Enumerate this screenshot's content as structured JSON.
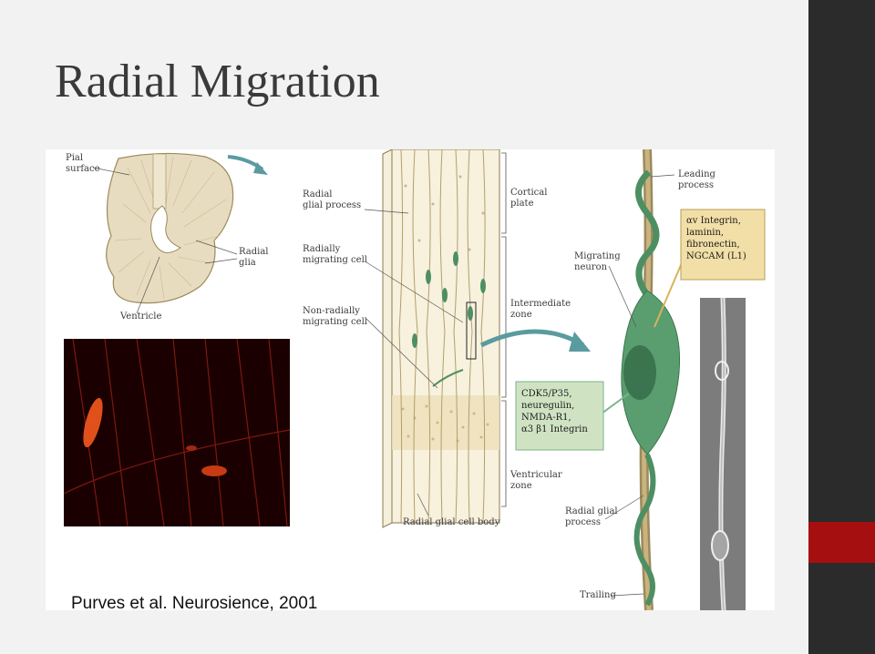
{
  "slide": {
    "title": "Radial Migration",
    "citation": "Purves et al. Neurosience, 2001"
  },
  "figure": {
    "brain_labels": {
      "pial_surface": [
        "Pial",
        "surface"
      ],
      "radial_glia": [
        "Radial",
        "glia"
      ],
      "ventricle": "Ventricle"
    },
    "column_labels": {
      "radial_glial_process": [
        "Radial",
        "glial process"
      ],
      "radially_migrating_cell": [
        "Radially",
        "migrating cell"
      ],
      "non_radially_migrating_cell": [
        "Non-radially",
        "migrating cell"
      ],
      "radial_glial_cell_body": "Radial glial cell body",
      "cortical_plate": [
        "Cortical",
        "plate"
      ],
      "intermediate_zone": [
        "Intermediate",
        "zone"
      ],
      "ventricular_zone": [
        "Ventricular",
        "zone"
      ]
    },
    "detail_labels": {
      "leading_process": [
        "Leading",
        "process"
      ],
      "migrating_neuron": [
        "Migrating",
        "neuron"
      ],
      "radial_glial_process": [
        "Radial glial",
        "process"
      ],
      "trailing": "Trailing"
    },
    "molecule_boxes": {
      "neuron_surface": [
        "αv Integrin,",
        "laminin,",
        "fibronectin,",
        "NGCAM (L1)"
      ],
      "intracellular": [
        "CDK5/P35,",
        "neuregulin,",
        "NMDA-R1,",
        "α3 β1 Integrin"
      ]
    },
    "colors": {
      "tissue": "#e8dcc0",
      "glia": "#9c8a5c",
      "neuron": "#4d8f62",
      "box": "#f2dfa7",
      "box2": "#cfe3c3",
      "arrow": "#5a9ba0",
      "sidebar": "#2b2b2b",
      "accent": "#a50f0f"
    }
  }
}
